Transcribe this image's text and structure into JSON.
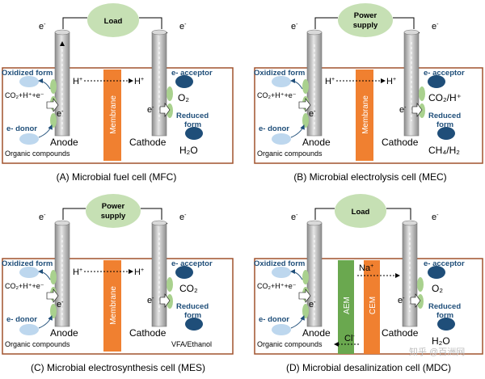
{
  "panels": [
    {
      "id": "A",
      "source_label": "Load",
      "e_minus": "e",
      "h_left": "H",
      "h_right": "H",
      "oxidized": "Oxidized form",
      "co2_reaction": "CO₂+H⁺+e⁻",
      "e_donor": "e- donor",
      "anode": "Anode",
      "organic": "Organic compounds",
      "membrane": "Membrane",
      "cathode": "Cathode",
      "e_acceptor": "e- acceptor",
      "acceptor_value": "O₂",
      "reduced_form": "Reduced\nform",
      "reduced_value": "H₂O",
      "caption": "(A) Microbial fuel cell (MFC)"
    },
    {
      "id": "B",
      "source_label": "Power supply",
      "e_minus": "e",
      "h_left": "H",
      "h_right": "H",
      "oxidized": "Oxidized form",
      "co2_reaction": "CO₂+H⁺+e⁻",
      "e_donor": "e- donor",
      "anode": "Anode",
      "organic": "Organic compounds",
      "membrane": "Membrane",
      "cathode": "Cathode",
      "e_acceptor": "e- acceptor",
      "acceptor_value": "CO₂/H⁺",
      "reduced_form": "Reduced\nform",
      "reduced_value": "CH₄/H₂",
      "caption": "(B) Microbial electrolysis cell (MEC)"
    },
    {
      "id": "C",
      "source_label": "Power supply",
      "e_minus": "e",
      "h_left": "H",
      "h_right": "H",
      "oxidized": "Oxidized form",
      "co2_reaction": "CO₂+H⁺+e⁻",
      "e_donor": "e- donor",
      "anode": "Anode",
      "organic": "Organic compounds",
      "membrane": "Membrane",
      "cathode": "Cathode",
      "e_acceptor": "e- acceptor",
      "acceptor_value": "CO₂",
      "reduced_form": "Reduced\nform",
      "reduced_value": "VFA/Ethanol",
      "caption": "(C) Microbial electrosynthesis cell (MES)"
    },
    {
      "id": "D",
      "source_label": "Load",
      "e_minus": "e",
      "oxidized": "Oxidized form",
      "co2_reaction": "CO₂+H⁺+e⁻",
      "e_donor": "e- donor",
      "anode": "Anode",
      "organic": "Organic compounds",
      "aem": "AEM",
      "cem": "CEM",
      "na": "Na",
      "cl": "Cl",
      "cathode": "Cathode",
      "e_acceptor": "e- acceptor",
      "acceptor_value": "O₂",
      "reduced_form": "Reduced\nform",
      "reduced_value": "H₂O",
      "caption": "(D) Microbial desalinization cell (MDC)"
    }
  ],
  "watermark": "知乎 @百洲网",
  "colors": {
    "box_border": "#a0522d",
    "membrane": "#f08030",
    "aem": "#6aa84f",
    "load_fill": "#c6e0b4",
    "electrode": "#bfbfbf",
    "ellipse_dark": "#1f4e79",
    "ellipse_light": "#bdd7ee",
    "microbe": "#a9d18e"
  }
}
